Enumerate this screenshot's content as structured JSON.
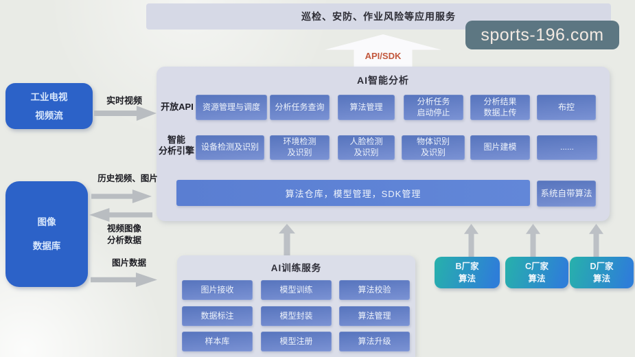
{
  "banner": {
    "title": "巡检、安防、作业风险等应用服务"
  },
  "watermark": {
    "text": "sports-196.com"
  },
  "api_sdk": {
    "label": "API/SDK"
  },
  "main_panel": {
    "title": "AI智能分析",
    "open_api": {
      "label": "开放API",
      "buttons": [
        "资源管理与调度",
        "分析任务查询",
        "算法管理",
        "分析任务\n启动停止",
        "分析结果\n数据上传",
        "布控"
      ]
    },
    "engine": {
      "label": "智能\n分析引擎",
      "buttons": [
        "设备检测及识别",
        "环境检测\n及识别",
        "人脸检测\n及识别",
        "物体识别\n及识别",
        "图片建模",
        "......"
      ]
    },
    "repo_bar": {
      "label": "算法仓库，模型管理，SDK管理"
    },
    "builtin": {
      "label": "系统自带算法"
    }
  },
  "sources": {
    "video_stream": {
      "label": "工业电视\n视频流"
    },
    "image_db": {
      "label": "图像\n数据库"
    }
  },
  "flows": {
    "realtime": {
      "label": "实时视频"
    },
    "history": {
      "label": "历史视频、图片"
    },
    "analysis": {
      "label": "视频图像\n分析数据"
    },
    "image_data": {
      "label": "图片数据"
    }
  },
  "training": {
    "title": "AI训练服务",
    "buttons": [
      "图片接收",
      "模型训练",
      "算法校验",
      "数据标注",
      "模型封装",
      "算法管理",
      "样本库",
      "模型注册",
      "算法升级"
    ]
  },
  "vendors": [
    {
      "label": "B厂家\n算法"
    },
    {
      "label": "C厂家\n算法"
    },
    {
      "label": "D厂家\n算法"
    }
  ],
  "colors": {
    "source_blue": "#2c62c8",
    "button_blue": "#5d7cc4",
    "bar_blue": "#5e83d4",
    "panel_lavender": "#d9dbe8",
    "vendor_teal": "#27b1ab",
    "vendor_blue": "#2e7ed8",
    "arrow_grey": "#b9bdc1",
    "api_text_orange": "#c2573c",
    "watermark_slate": "#56717e"
  }
}
